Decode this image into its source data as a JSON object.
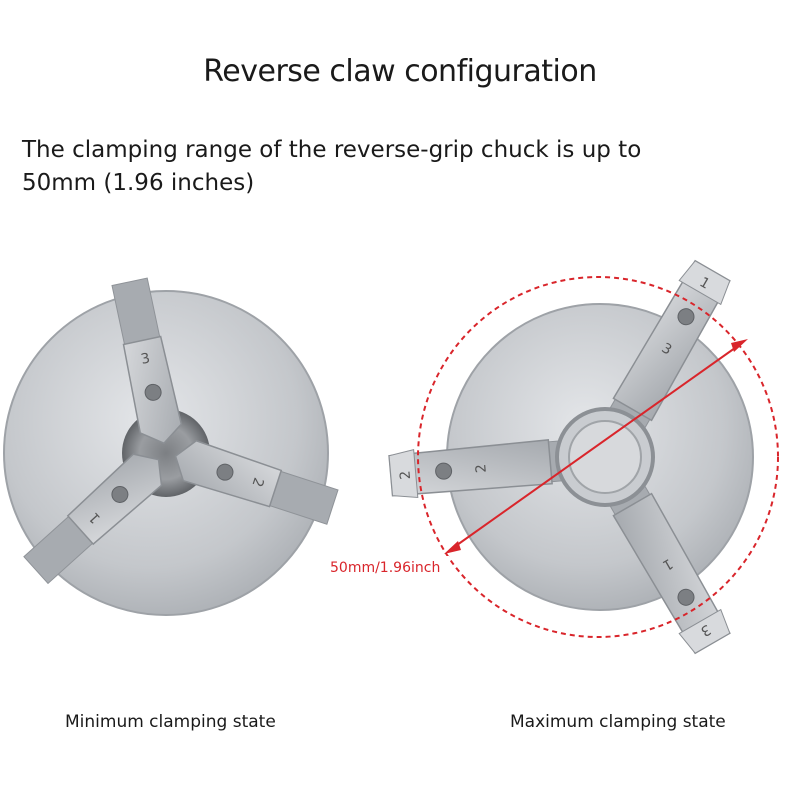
{
  "title": "Reverse claw configuration",
  "description": "The clamping range of the reverse-grip chuck is up to 50mm (1.96 inches)",
  "captions": {
    "left": "Minimum clamping state",
    "right": "Maximum clamping state"
  },
  "measurement_label": "50mm/1.96inch",
  "jaw_numbers": {
    "left": [
      "1",
      "2",
      "3"
    ],
    "right": [
      "1",
      "2",
      "3"
    ]
  },
  "colors": {
    "accent": "#d9252b",
    "metal": "#b8bbbf"
  }
}
